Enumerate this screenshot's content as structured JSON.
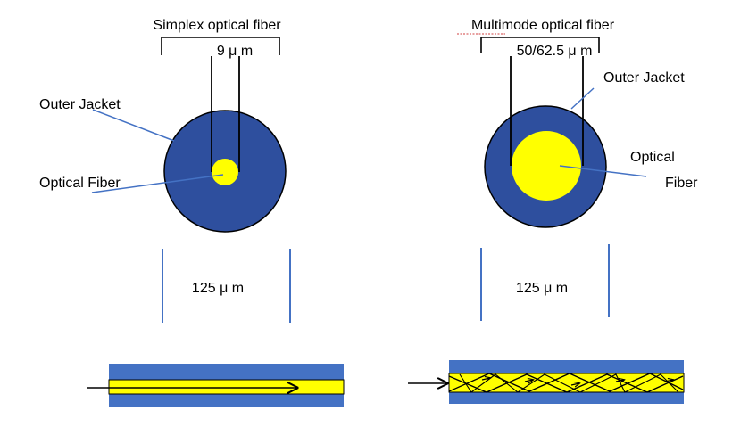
{
  "simplex": {
    "title": "Simplex optical fiber",
    "core_label": "9 μ m",
    "jacket_label": "Outer Jacket",
    "fiber_label": "Optical Fiber",
    "cladding_label": "125 μ m"
  },
  "multimode": {
    "title": "Multimode optical fiber",
    "core_label": "50/62.5 μ m",
    "jacket_label": "Outer Jacket",
    "fiber_label_line1": "Optical",
    "fiber_label_line2": "Fiber",
    "cladding_label": "125 μ m"
  },
  "colors": {
    "jacket": "#2e4f9e",
    "core": "#ffff00",
    "cable_outer": "#4472c4",
    "leader": "#4472c4",
    "bracket": "#000000"
  }
}
